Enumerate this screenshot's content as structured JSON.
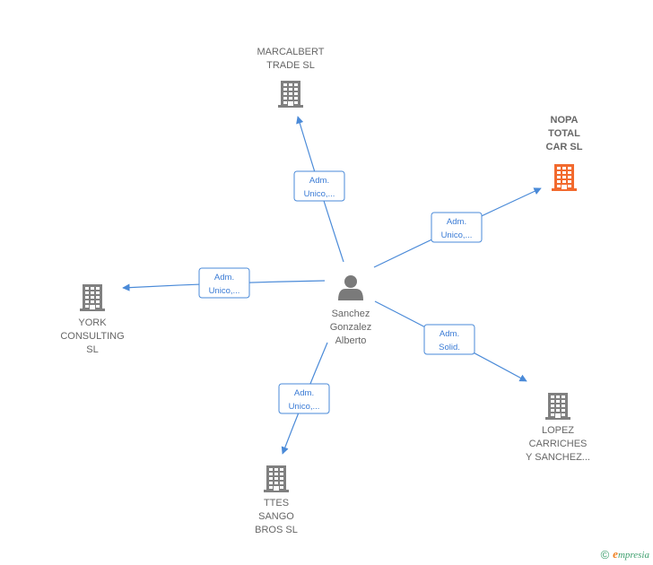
{
  "center": {
    "lines": [
      "Sanchez",
      "Gonzalez",
      "Alberto"
    ]
  },
  "nodes": [
    {
      "id": "marcalbert",
      "lines": [
        "MARCALBERT",
        "TRADE  SL"
      ],
      "highlight": false
    },
    {
      "id": "nopa",
      "lines": [
        "NOPA",
        "TOTAL",
        "CAR  SL"
      ],
      "highlight": true
    },
    {
      "id": "york",
      "lines": [
        "YORK",
        "CONSULTING",
        "SL"
      ],
      "highlight": false
    },
    {
      "id": "lopez",
      "lines": [
        "LOPEZ",
        "CARRICHES",
        "Y SANCHEZ..."
      ],
      "highlight": false
    },
    {
      "id": "ttes",
      "lines": [
        "TTES",
        "SANGO",
        "BROS  SL"
      ],
      "highlight": false
    }
  ],
  "edges": [
    {
      "to": "marcalbert",
      "lines": [
        "Adm.",
        "Unico,..."
      ]
    },
    {
      "to": "nopa",
      "lines": [
        "Adm.",
        "Unico,..."
      ]
    },
    {
      "to": "york",
      "lines": [
        "Adm.",
        "Unico,..."
      ]
    },
    {
      "to": "lopez",
      "lines": [
        "Adm.",
        "Solid."
      ]
    },
    {
      "to": "ttes",
      "lines": [
        "Adm.",
        "Unico,..."
      ]
    }
  ],
  "colors": {
    "edge": "#4a8ad8",
    "building": "#808080",
    "highlight": "#f26a2e",
    "person": "#7a7a7a"
  },
  "footer": {
    "copyright": "©",
    "brand_initial": "e",
    "brand_rest": "mpresia"
  }
}
